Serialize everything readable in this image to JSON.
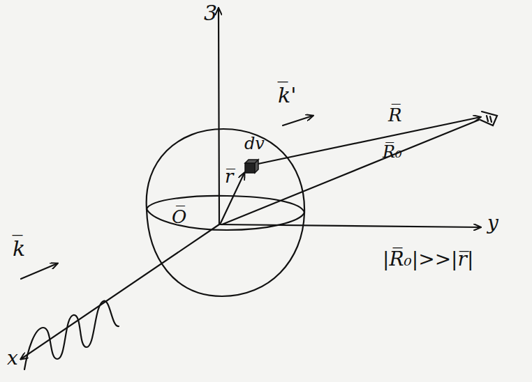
{
  "diagram": {
    "labels": [
      "3",
      "y",
      "x",
      "k̅",
      "k̅'",
      "R̅",
      "R̅₀",
      "dv",
      "r̅",
      "O̅",
      "|R̅₀|>>|r̅|"
    ]
  }
}
